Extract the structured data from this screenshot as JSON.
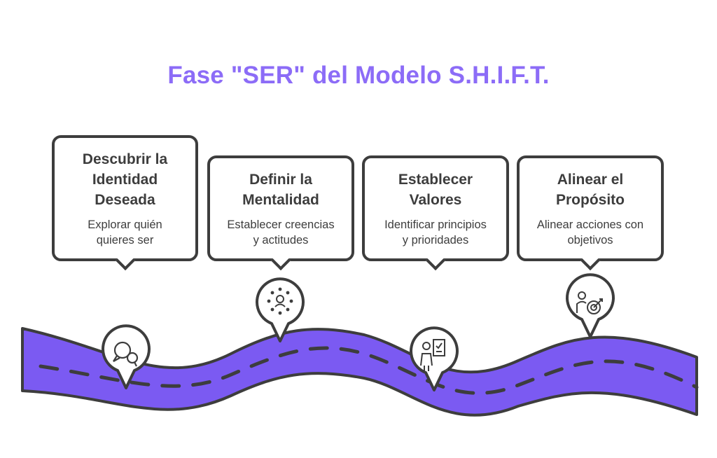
{
  "title": "Fase \"SER\" del Modelo S.H.I.F.T.",
  "colors": {
    "accent": "#8c6cf7",
    "road": "#7b5af2",
    "outline": "#3d3d3d",
    "background": "#ffffff"
  },
  "steps": [
    {
      "heading": "Descubrir la\nIdentidad\nDeseada",
      "description": "Explorar quién\nquieres ser",
      "icon": "chat-bubbles-icon"
    },
    {
      "heading": "Definir la\nMentalidad",
      "description": "Establecer creencias\ny actitudes",
      "icon": "mindset-circle-icon"
    },
    {
      "heading": "Establecer\nValores",
      "description": "Identificar principios\ny prioridades",
      "icon": "presenter-board-icon"
    },
    {
      "heading": "Alinear el\nPropósito",
      "description": "Alinear acciones con\nobjetivos",
      "icon": "person-target-icon"
    }
  ]
}
